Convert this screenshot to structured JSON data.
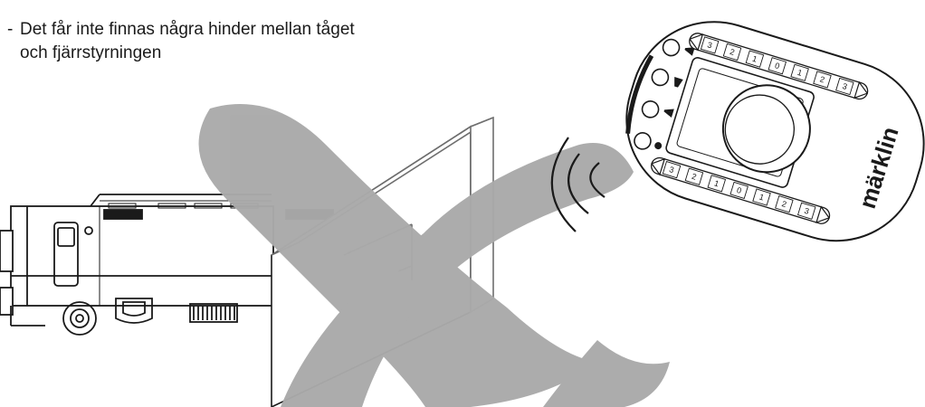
{
  "instruction": {
    "bullet": "-",
    "line1": "Det får inte finnas några hinder mellan tåget",
    "line2": "och fjärrstyrningen"
  },
  "remote": {
    "brand": "märklin",
    "upper_speed_steps": [
      "3",
      "2",
      "1",
      "0",
      "1",
      "2",
      "3"
    ],
    "lower_speed_steps": [
      "3",
      "2",
      "1",
      "0",
      "1",
      "2",
      "3"
    ]
  },
  "colors": {
    "cross": "#aaaaaa",
    "line": "#1a1a1a"
  },
  "icons": [
    "horn-icon",
    "headlight-icon",
    "whistle-icon",
    "light-icon"
  ]
}
